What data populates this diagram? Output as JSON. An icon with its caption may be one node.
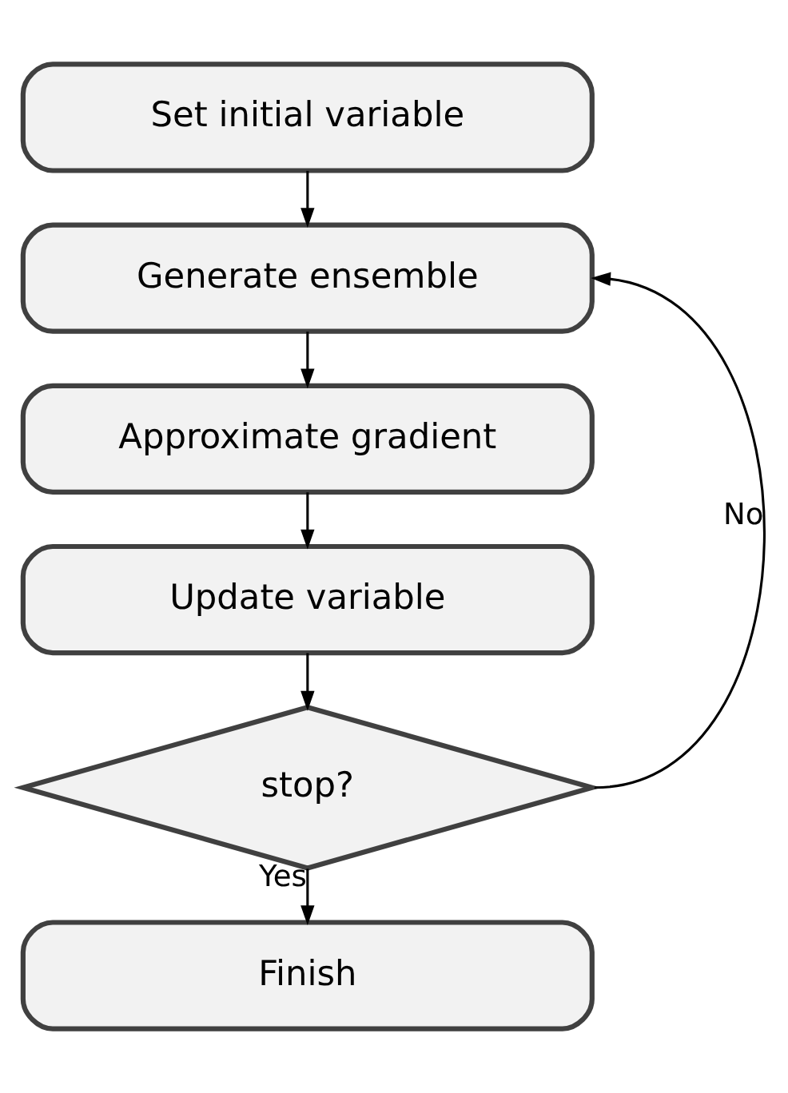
{
  "diagram": {
    "nodes": [
      {
        "text": [
          "Set initial variable"
        ]
      },
      {
        "text": [
          "Generate ensemble"
        ]
      },
      {
        "text": [
          "Approximate gradient"
        ]
      },
      {
        "text": [
          "Update variable"
        ]
      },
      {
        "text": [
          "stop?"
        ]
      },
      {
        "text": [
          "Finish"
        ]
      }
    ],
    "edges": [
      {
        "from": 0,
        "to": 1,
        "arrow": "to"
      },
      {
        "from": 1,
        "to": 2,
        "arrow": "to"
      },
      {
        "from": 2,
        "to": 3,
        "arrow": "to"
      },
      {
        "from": 3,
        "to": 4,
        "arrow": "to"
      },
      {
        "from": 4,
        "to": 5,
        "arrow": "to",
        "label": "Yes"
      },
      {
        "from": 4,
        "to": 1,
        "arrow": "to",
        "label": "No"
      }
    ]
  }
}
